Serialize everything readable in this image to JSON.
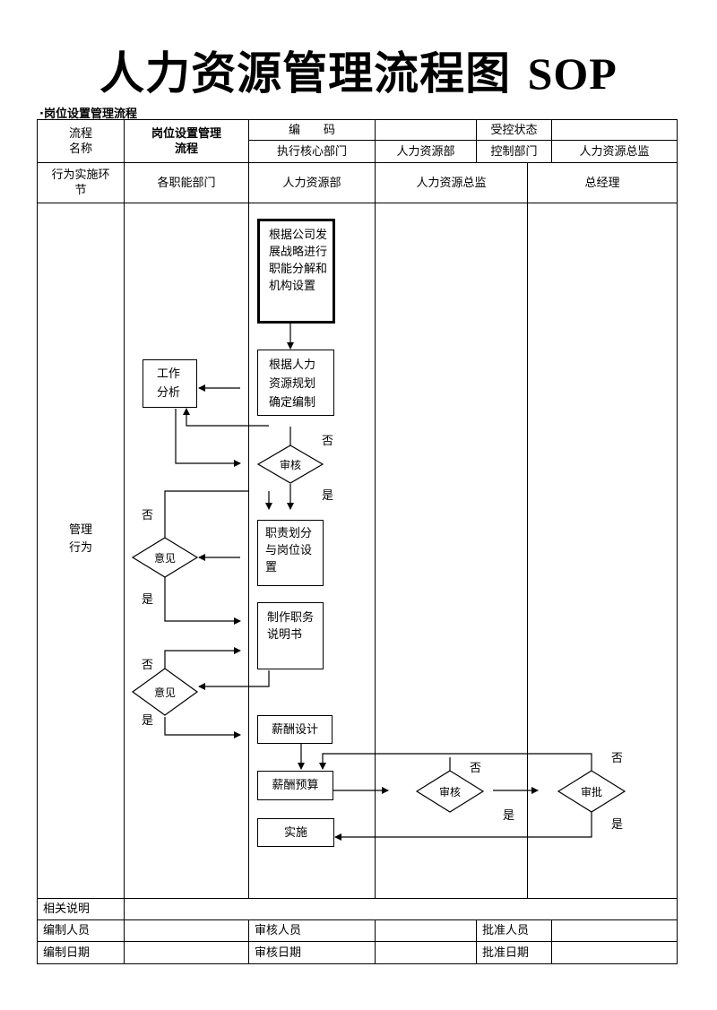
{
  "title_main": "人力资源管理流程图",
  "title_suffix": "SOP",
  "subtitle": "·岗位设置管理流程",
  "header": {
    "process_name_label": "流程\n名称",
    "process_name_value": "岗位设置管理\n流程",
    "code_label": "编　　码",
    "code_value": "",
    "control_status_label": "受控状态",
    "control_status_value": "",
    "exec_dept_label": "执行核心部门",
    "exec_dept_value": "人力资源部",
    "control_dept_label": "控制部门",
    "control_dept_value": "人力资源总监"
  },
  "lanes": {
    "stage_label": "行为实施环\n节",
    "col1": "各职能部门",
    "col2": "人力资源部",
    "col3": "人力资源总监",
    "col4": "总经理"
  },
  "row_label": "管理\n行为",
  "nodes": {
    "start": "根据公司发\n展战略进行\n职能分解和\n机构设置",
    "plan": "根据人力\n资源规划\n确定编制",
    "job_analysis": "工作\n分析",
    "review1": "审核",
    "responsibility": "职责划分\n与岗位设\n置",
    "opinion1": "意见",
    "job_desc": "制作职务\n说明书",
    "opinion2": "意见",
    "salary_design": "薪酬设计",
    "salary_budget": "薪酬预算",
    "review2": "审核",
    "approve": "审批",
    "implement": "实施"
  },
  "labels": {
    "no": "否",
    "yes": "是"
  },
  "footer": {
    "notes_label": "相关说明",
    "notes_value": "",
    "prepared_by_label": "编制人员",
    "prepared_by_value": "",
    "reviewed_by_label": "审核人员",
    "reviewed_by_value": "",
    "approved_by_label": "批准人员",
    "approved_by_value": "",
    "prepared_date_label": "编制日期",
    "prepared_date_value": "",
    "reviewed_date_label": "审核日期",
    "reviewed_date_value": "",
    "approved_date_label": "批准日期",
    "approved_date_value": ""
  }
}
